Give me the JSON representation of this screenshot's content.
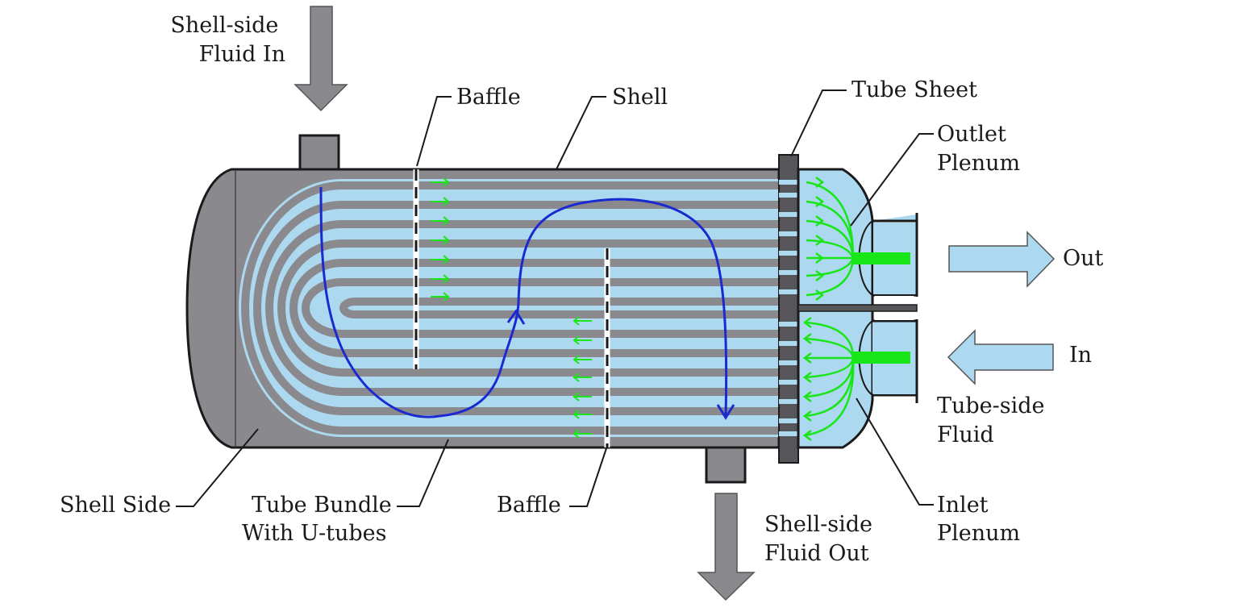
{
  "labels": {
    "shell_fluid_in": [
      "Shell-side",
      "Fluid In"
    ],
    "baffle_top": "Baffle",
    "shell": "Shell",
    "tube_sheet": "Tube Sheet",
    "outlet_plenum": [
      "Outlet",
      "Plenum"
    ],
    "out": "Out",
    "in": "In",
    "tube_side_fluid": [
      "Tube-side",
      "Fluid"
    ],
    "inlet_plenum": [
      "Inlet",
      "Plenum"
    ],
    "shell_side": "Shell Side",
    "tube_bundle": [
      "Tube Bundle",
      "With U-tubes"
    ],
    "baffle_bottom": "Baffle",
    "shell_fluid_out": [
      "Shell-side",
      "Fluid Out"
    ]
  },
  "colors": {
    "metal": "#8a8a8e",
    "metal_dark": "#56565a",
    "fluid": "#acd8f0",
    "shell_flow": "#1a2ad0",
    "tube_flow": "#19e619",
    "outline": "#1a1a1a"
  },
  "icons": {
    "flow_arrow": "arrow-icon",
    "shell_flow_path": "curved-flow-arrow-icon"
  }
}
